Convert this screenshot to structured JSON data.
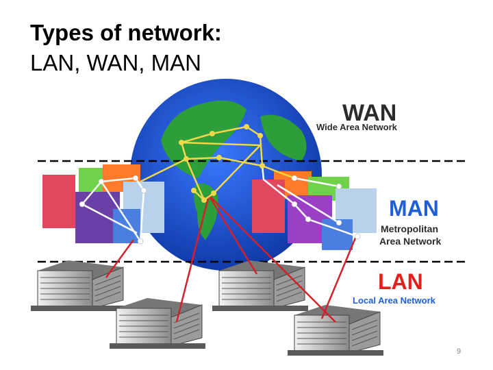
{
  "slide": {
    "title_line1": "Types of network:",
    "title_line2": "LAN, WAN, MAN",
    "page_number": "9"
  },
  "diagram": {
    "wan": {
      "acronym": "WAN",
      "full_name": "Wide Area Network"
    },
    "man": {
      "acronym": "MAN",
      "full_name_line1": "Metropolitan",
      "full_name_line2": "Area Network"
    },
    "lan": {
      "acronym": "LAN",
      "full_name": "Local  Area Network"
    }
  },
  "colors": {
    "ocean": "#1a4fd6",
    "land": "#2e9e3a",
    "wan_link": "#f0d84a",
    "man_link": "#ffffff",
    "lan_link": "#d4202a",
    "label_gray": "#2b2b2b",
    "man_label": "#1f5fd6",
    "lan_label": "#e0201a"
  }
}
